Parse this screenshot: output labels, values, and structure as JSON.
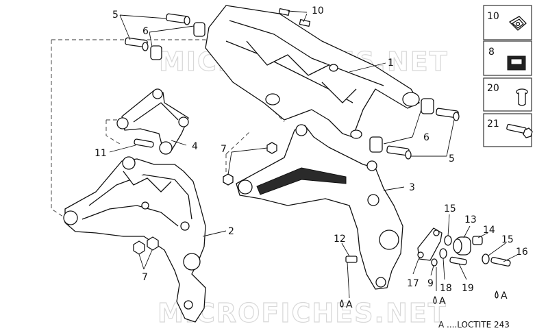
{
  "watermarks": [
    "MICROFICHES.NET",
    "MICROFICHES.NET"
  ],
  "callouts": {
    "c1": "1",
    "c2": "2",
    "c3": "3",
    "c4": "4",
    "c5a": "5",
    "c5b": "5",
    "c6a": "6",
    "c6b": "6",
    "c7a": "7",
    "c7b": "7",
    "c9": "9",
    "c10": "10",
    "c11": "11",
    "c12": "12",
    "c13": "13",
    "c14": "14",
    "c15a": "15",
    "c15b": "15",
    "c16": "16",
    "c17": "17",
    "c18": "18",
    "c19": "19"
  },
  "loctite_marks": [
    "A",
    "A",
    "A"
  ],
  "legend_boxes": [
    {
      "number": "10",
      "icon": "clip-nut-icon"
    },
    {
      "number": "8",
      "icon": "rubber-block-icon"
    },
    {
      "number": "20",
      "icon": "rivet-nut-icon"
    },
    {
      "number": "21",
      "icon": "bolt-icon"
    }
  ],
  "note": "A ....LOCTITE 243",
  "colors": {
    "line": "#111111",
    "watermark": "#d8d8d8",
    "background": "#ffffff"
  }
}
